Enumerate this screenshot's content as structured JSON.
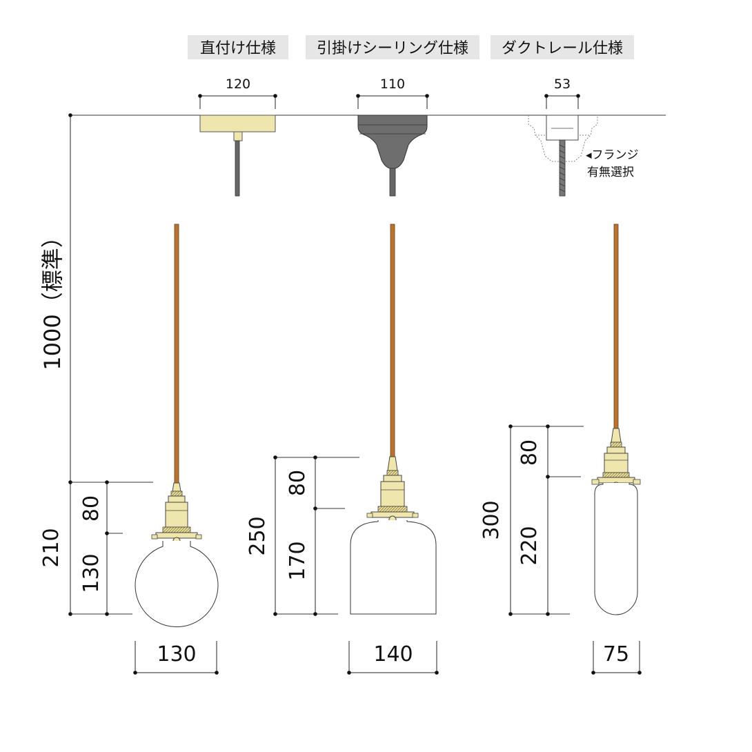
{
  "spec_labels": {
    "direct": "直付け仕様",
    "ceiling": "引掛けシーリング仕様",
    "duct": "ダクトレール仕様"
  },
  "canopy_widths": {
    "direct": "120",
    "ceiling": "110",
    "duct": "53"
  },
  "flange_note": {
    "line1": "◂フランジ",
    "line2": "有無選択"
  },
  "total_length": "1000（標準）",
  "lamps": [
    {
      "total_height": "210",
      "socket_height": "80",
      "shade_height": "130",
      "width": "130"
    },
    {
      "total_height": "250",
      "socket_height": "80",
      "shade_height": "170",
      "width": "140"
    },
    {
      "total_height": "300",
      "socket_height": "80",
      "shade_height": "220",
      "width": "75"
    }
  ],
  "colors": {
    "brass": "#efe6ae",
    "brass_dark": "#c9b66a",
    "cord": "#b87333",
    "ceiling_gray": "#6e6e6e",
    "label_bg": "#e6e6e6"
  }
}
